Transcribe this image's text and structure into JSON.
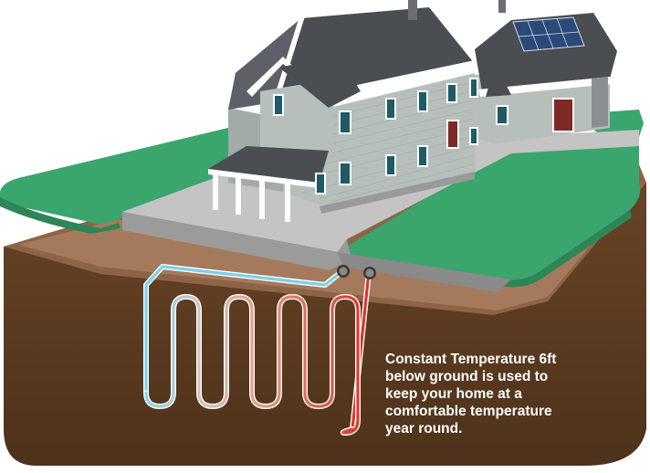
{
  "caption": {
    "lines": [
      "Constant Temperature 6ft",
      "below ground is used to",
      "keep your home at a",
      "comfortable temperature",
      "year round."
    ]
  },
  "colors": {
    "lawn": "#3aa66e",
    "soil_top": "#9a7257",
    "soil_front": "#5a3a1e",
    "concrete": "#bdbdbd",
    "siding": "#b9c1bd",
    "roof": "#4a4d52",
    "trim": "#ffffff",
    "cold_pipe": "#7ccfe8",
    "warm_pipe": "#d8372e"
  }
}
